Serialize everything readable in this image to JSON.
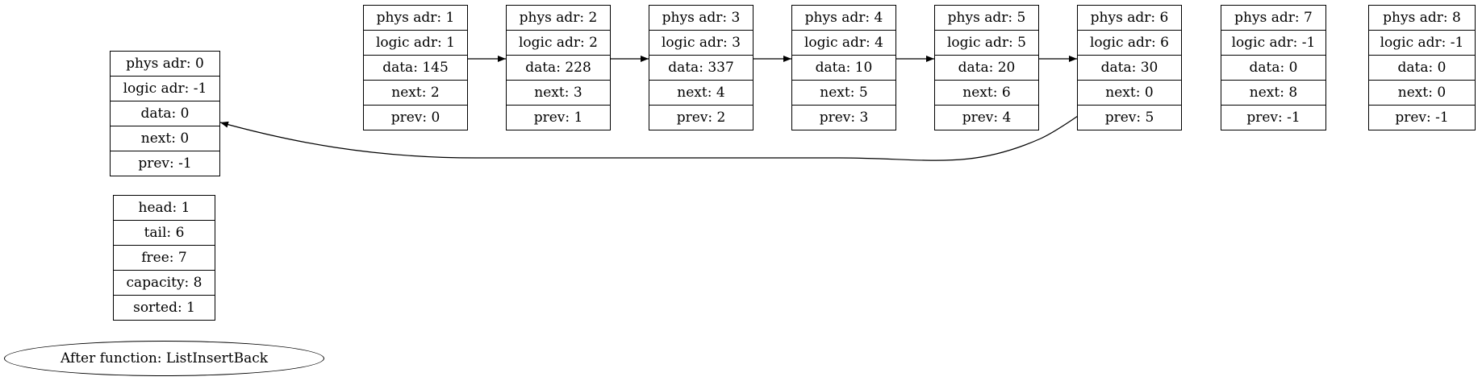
{
  "nodes": [
    {
      "phys": "phys adr: 0",
      "logic": "logic adr: -1",
      "data": "data: 0",
      "next": "next: 0",
      "prev": "prev: -1"
    },
    {
      "phys": "phys adr: 1",
      "logic": "logic adr: 1",
      "data": "data: 145",
      "next": "next: 2",
      "prev": "prev: 0"
    },
    {
      "phys": "phys adr: 2",
      "logic": "logic adr: 2",
      "data": "data: 228",
      "next": "next: 3",
      "prev": "prev: 1"
    },
    {
      "phys": "phys adr: 3",
      "logic": "logic adr: 3",
      "data": "data: 337",
      "next": "next: 4",
      "prev": "prev: 2"
    },
    {
      "phys": "phys adr: 4",
      "logic": "logic adr: 4",
      "data": "data: 10",
      "next": "next: 5",
      "prev": "prev: 3"
    },
    {
      "phys": "phys adr: 5",
      "logic": "logic adr: 5",
      "data": "data: 20",
      "next": "next: 6",
      "prev": "prev: 4"
    },
    {
      "phys": "phys adr: 6",
      "logic": "logic adr: 6",
      "data": "data: 30",
      "next": "next: 0",
      "prev": "prev: 5"
    },
    {
      "phys": "phys adr: 7",
      "logic": "logic adr: -1",
      "data": "data: 0",
      "next": "next: 8",
      "prev": "prev: -1"
    },
    {
      "phys": "phys adr: 8",
      "logic": "logic adr: -1",
      "data": "data: 0",
      "next": "next: 0",
      "prev": "prev: -1"
    }
  ],
  "info": {
    "head": "head: 1",
    "tail": "tail: 6",
    "free": "free: 7",
    "capacity": "capacity: 8",
    "sorted": "sorted: 1"
  },
  "caption": "After function: ListInsertBack"
}
